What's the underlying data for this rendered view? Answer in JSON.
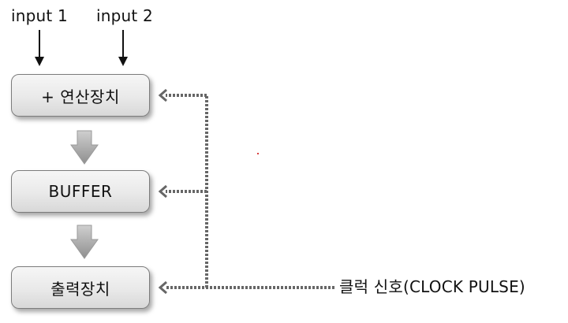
{
  "inputs": {
    "input1": "input 1",
    "input2": "input 2"
  },
  "blocks": {
    "adder": "+ 연산장치",
    "buffer": "BUFFER",
    "output": "출력장치"
  },
  "clock": {
    "label": "클럭 신호(CLOCK PULSE)"
  },
  "colors": {
    "dotted_line": "#666666",
    "flow_arrow": "#a8a8a8",
    "box_border": "#7c7c7c"
  }
}
